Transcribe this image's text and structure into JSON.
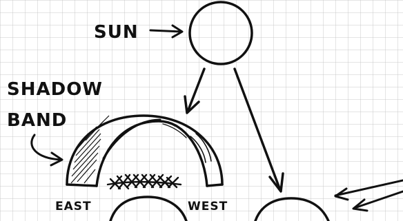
{
  "labels": {
    "sun": "SUN",
    "shadow_band_line1": "SHADOW",
    "shadow_band_line2": "BAND",
    "east": "EAST",
    "west": "WEST"
  },
  "colors": {
    "ink": "#111111",
    "grid": "#c8c8c8",
    "paper": "#ffffff"
  }
}
